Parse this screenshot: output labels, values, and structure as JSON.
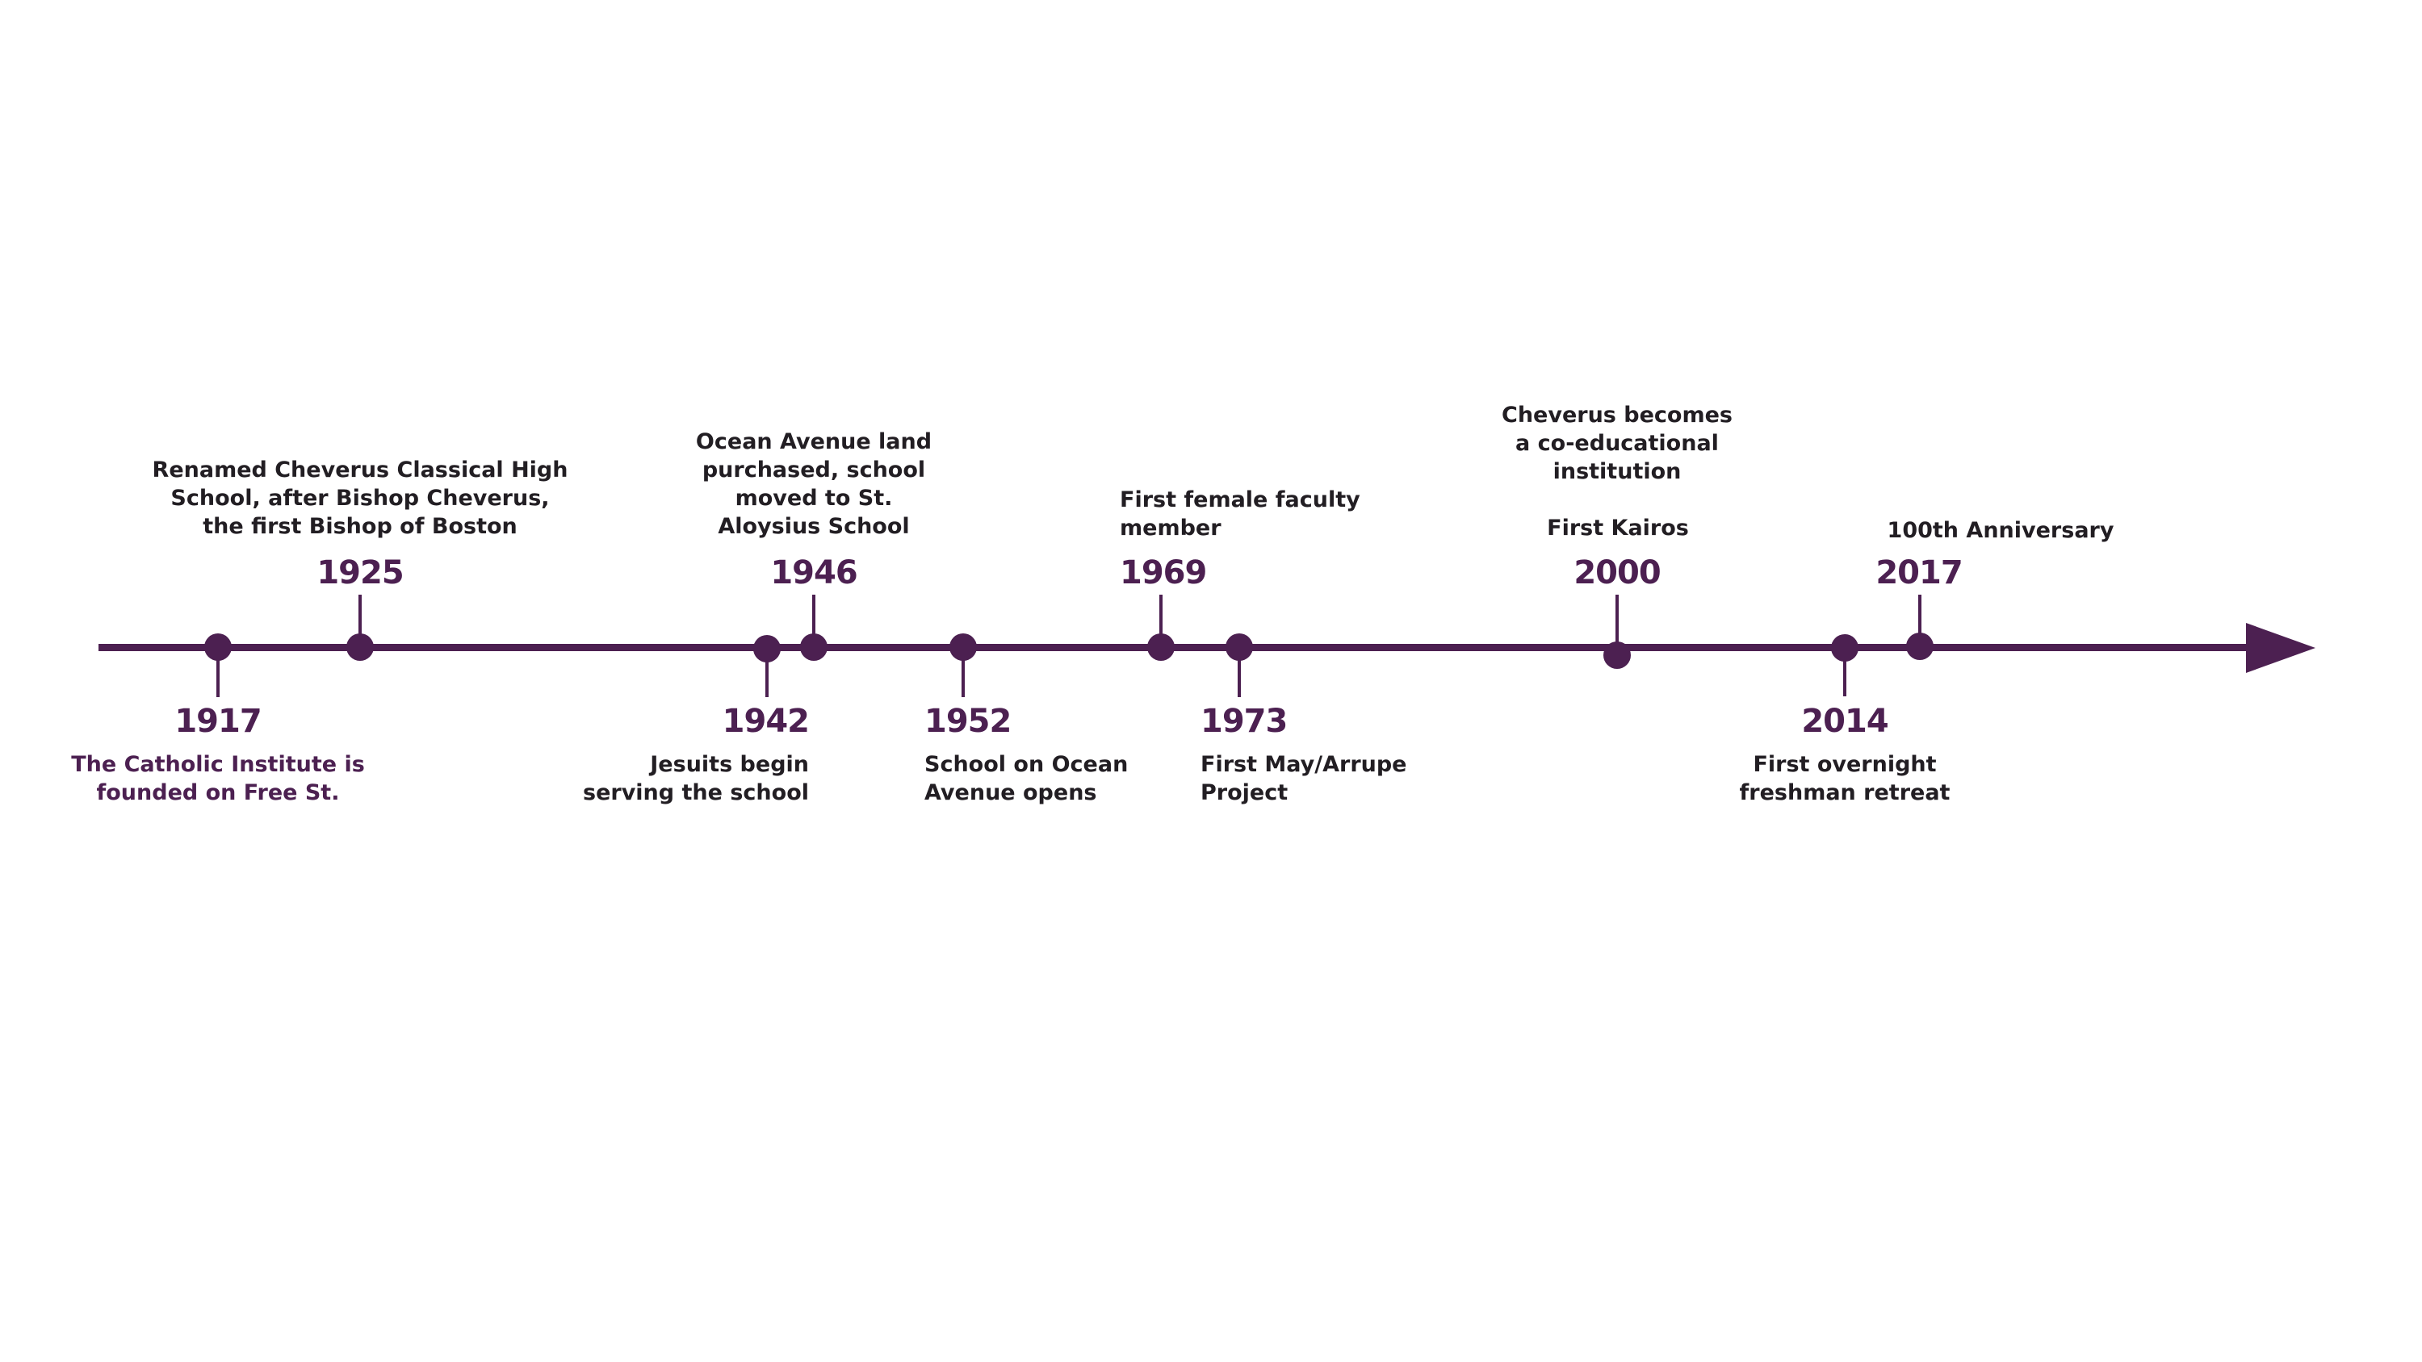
{
  "page": {
    "background_color": "#ffffff",
    "accent_color": "#4c2051",
    "text_color": "#221e23"
  },
  "timeline": {
    "direction": "left-to-right arrow",
    "events": [
      {
        "year": "1917",
        "side": "below",
        "desc_lines": [
          "The Catholic Institute is",
          "founded on Free St."
        ],
        "desc_color": "#4c2051"
      },
      {
        "year": "1925",
        "side": "above",
        "desc_lines": [
          "Renamed Cheverus Classical High",
          "School, after Bishop Cheverus,",
          "the first Bishop of Boston"
        ]
      },
      {
        "year": "1942",
        "side": "below",
        "desc_lines": [
          "Jesuits begin",
          "serving the school"
        ]
      },
      {
        "year": "1946",
        "side": "above",
        "desc_lines": [
          "Ocean Avenue land",
          "purchased, school",
          "moved to St.",
          "Aloysius School"
        ]
      },
      {
        "year": "1952",
        "side": "below",
        "desc_lines": [
          "School on Ocean",
          "Avenue opens"
        ]
      },
      {
        "year": "1969",
        "side": "above",
        "desc_lines": [
          "First female faculty",
          "member"
        ]
      },
      {
        "year": "1973",
        "side": "below",
        "desc_lines": [
          "First May/Arrupe",
          "Project"
        ]
      },
      {
        "year": "2000",
        "side": "above",
        "desc_lines": [
          "Cheverus becomes",
          "a co-educational",
          "institution"
        ],
        "desc2": "First Kairos"
      },
      {
        "year": "2014",
        "side": "below",
        "desc_lines": [
          "First overnight",
          "freshman retreat"
        ]
      },
      {
        "year": "2017",
        "side": "above",
        "desc_lines": [
          "100th Anniversary"
        ]
      }
    ]
  }
}
